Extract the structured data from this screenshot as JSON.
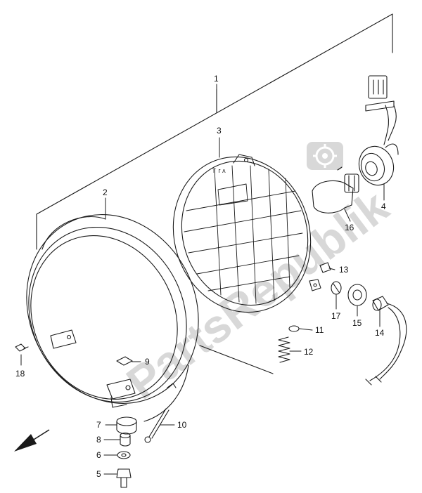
{
  "watermark": {
    "text": "PartsRepublik",
    "color": "#d9d9d9",
    "gear_icon": "gear-icon"
  },
  "callouts": {
    "n1": "1",
    "n2": "2",
    "n3": "3",
    "n4": "4",
    "n5": "5",
    "n6": "6",
    "n7": "7",
    "n8": "8",
    "n9": "9",
    "n10": "10",
    "n11": "11",
    "n12": "12",
    "n13": "13",
    "n14": "14",
    "n15": "15",
    "n16": "16",
    "n17": "17",
    "n18": "18"
  },
  "direction_arrow": {
    "icon": "front-direction-arrow-icon"
  },
  "colors": {
    "line": "#1a1a1a",
    "watermark": "#d9d9d9"
  }
}
